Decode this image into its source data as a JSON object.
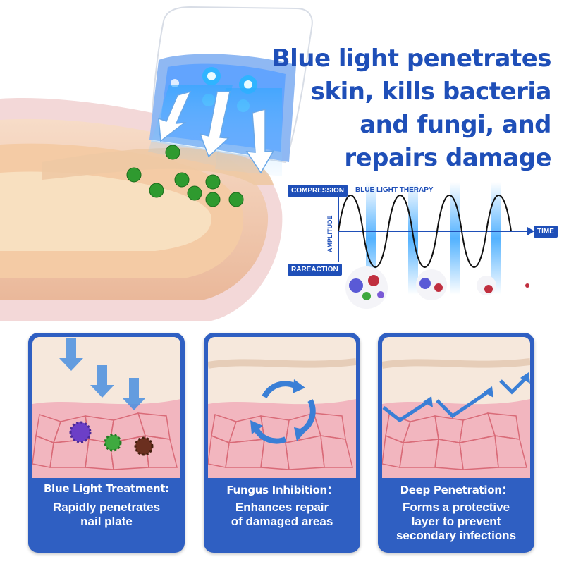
{
  "headline": {
    "line1": "Blue light penetrates",
    "line2": "skin, kills bacteria",
    "line3": "and fungi, and",
    "line4": "repairs damage"
  },
  "diagram": {
    "compression_label": "COMPRESSION",
    "rareaction_label": "RAREACTION",
    "therapy_label": "BLUE LIGHT THERAPY",
    "amplitude_label": "AMPLITUDE",
    "time_label": "TIME"
  },
  "colors": {
    "brand_blue": "#1f4fb8",
    "card_blue": "#2f5fc2",
    "light_blue": "#4fb0ff",
    "skin": "#f6e8dc",
    "cell_pink": "#f2b6bf",
    "bacteria_green": "#2f9a2f"
  },
  "cards": [
    {
      "title": "Blue Light Treatment:",
      "line1": "Rapidly penetrates",
      "line2": "nail plate",
      "line3": ""
    },
    {
      "title": "Fungus Inhibition：",
      "line1": "Enhances repair",
      "line2": "of damaged areas",
      "line3": ""
    },
    {
      "title": "Deep Penetration：",
      "line1": "Forms a protective",
      "line2": "layer to prevent",
      "line3": "secondary infections"
    }
  ]
}
